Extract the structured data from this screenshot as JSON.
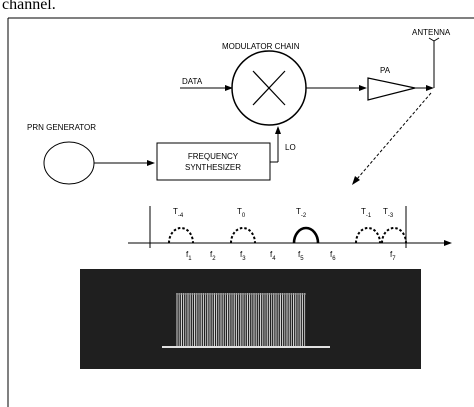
{
  "top_text": "channel.",
  "blocks": {
    "modulator_chain": "MODULATOR CHAIN",
    "data": "DATA",
    "pa": "PA",
    "antenna": "ANTENNA",
    "prn_generator": "PRN GENERATOR",
    "frequency_synthesizer_line1": "FREQUENCY",
    "frequency_synthesizer_line2": "SYNTHESIZER",
    "lo": "LO"
  },
  "spectrum": {
    "top_labels": [
      {
        "main": "T",
        "sub": "-4"
      },
      {
        "main": "T",
        "sub": "0"
      },
      {
        "main": "T",
        "sub": "-2"
      },
      {
        "main": "T",
        "sub": "-1"
      },
      {
        "main": "T",
        "sub": "-3"
      }
    ],
    "freq_labels": [
      {
        "main": "f",
        "sub": "1"
      },
      {
        "main": "f",
        "sub": "2"
      },
      {
        "main": "f",
        "sub": "3"
      },
      {
        "main": "f",
        "sub": "4"
      },
      {
        "main": "f",
        "sub": "5"
      },
      {
        "main": "f",
        "sub": "6"
      },
      {
        "main": "f",
        "sub": "7"
      }
    ],
    "active_slot_index": 2
  }
}
